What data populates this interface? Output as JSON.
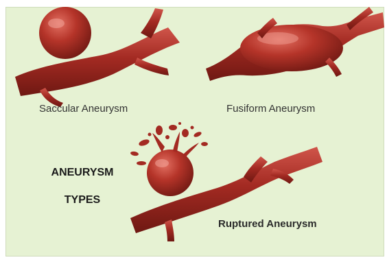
{
  "labels": {
    "saccular": "Saccular Aneurysm",
    "fusiform": "Fusiform Aneurysm",
    "ruptured": "Ruptured Aneurysm"
  },
  "title": {
    "line1": "ANEURYSM",
    "line2": "TYPES"
  },
  "colors": {
    "background": "#e6f2d3",
    "vessel": "#a32a22",
    "vessel_dark": "#6e1812",
    "vessel_light": "#d0554a",
    "text": "#333333"
  }
}
